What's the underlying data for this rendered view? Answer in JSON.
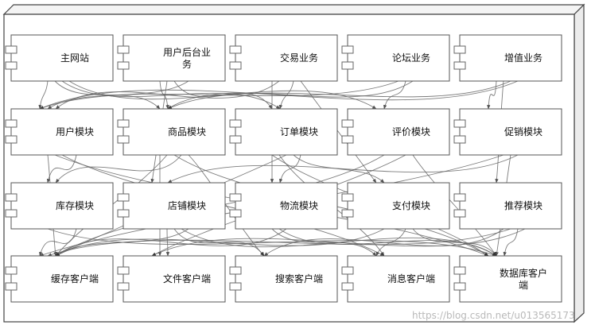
{
  "diagram": {
    "components": [
      {
        "id": "main-site",
        "label": "主网站"
      },
      {
        "id": "user-backend",
        "label": "用户后台业\n务"
      },
      {
        "id": "trade-business",
        "label": "交易业务"
      },
      {
        "id": "forum-business",
        "label": "论坛业务"
      },
      {
        "id": "value-added-business",
        "label": "增值业务"
      },
      {
        "id": "user-module",
        "label": "用户模块"
      },
      {
        "id": "product-module",
        "label": "商品模块"
      },
      {
        "id": "order-module",
        "label": "订单模块"
      },
      {
        "id": "review-module",
        "label": "评价模块"
      },
      {
        "id": "promotion-module",
        "label": "促销模块"
      },
      {
        "id": "inventory-module",
        "label": "库存模块"
      },
      {
        "id": "shop-module",
        "label": "店铺模块"
      },
      {
        "id": "logistics-module",
        "label": "物流模块"
      },
      {
        "id": "payment-module",
        "label": "支付模块"
      },
      {
        "id": "recommend-module",
        "label": "推荐模块"
      },
      {
        "id": "cache-client",
        "label": "缓存客户端"
      },
      {
        "id": "file-client",
        "label": "文件客户端"
      },
      {
        "id": "search-client",
        "label": "搜索客户端"
      },
      {
        "id": "message-client",
        "label": "消息客户端"
      },
      {
        "id": "database-client",
        "label": "数据库客户\n端"
      }
    ],
    "edges": [
      [
        "main-site",
        "user-module"
      ],
      [
        "main-site",
        "product-module"
      ],
      [
        "main-site",
        "order-module"
      ],
      [
        "main-site",
        "review-module"
      ],
      [
        "user-backend",
        "user-module"
      ],
      [
        "user-backend",
        "product-module"
      ],
      [
        "user-backend",
        "shop-module"
      ],
      [
        "user-backend",
        "order-module"
      ],
      [
        "trade-business",
        "order-module"
      ],
      [
        "trade-business",
        "payment-module"
      ],
      [
        "trade-business",
        "logistics-module"
      ],
      [
        "trade-business",
        "user-module"
      ],
      [
        "forum-business",
        "user-module"
      ],
      [
        "forum-business",
        "review-module"
      ],
      [
        "forum-business",
        "product-module"
      ],
      [
        "value-added-business",
        "promotion-module"
      ],
      [
        "value-added-business",
        "recommend-module"
      ],
      [
        "value-added-business",
        "product-module"
      ],
      [
        "value-added-business",
        "user-module"
      ],
      [
        "user-module",
        "inventory-module"
      ],
      [
        "user-module",
        "cache-client"
      ],
      [
        "user-module",
        "database-client"
      ],
      [
        "user-module",
        "message-client"
      ],
      [
        "product-module",
        "inventory-module"
      ],
      [
        "product-module",
        "search-client"
      ],
      [
        "product-module",
        "file-client"
      ],
      [
        "product-module",
        "cache-client"
      ],
      [
        "product-module",
        "database-client"
      ],
      [
        "order-module",
        "payment-module"
      ],
      [
        "order-module",
        "logistics-module"
      ],
      [
        "order-module",
        "database-client"
      ],
      [
        "order-module",
        "message-client"
      ],
      [
        "order-module",
        "cache-client"
      ],
      [
        "review-module",
        "file-client"
      ],
      [
        "review-module",
        "database-client"
      ],
      [
        "review-module",
        "cache-client"
      ],
      [
        "promotion-module",
        "cache-client"
      ],
      [
        "promotion-module",
        "database-client"
      ],
      [
        "promotion-module",
        "shop-module"
      ],
      [
        "inventory-module",
        "cache-client"
      ],
      [
        "inventory-module",
        "database-client"
      ],
      [
        "shop-module",
        "file-client"
      ],
      [
        "shop-module",
        "search-client"
      ],
      [
        "shop-module",
        "database-client"
      ],
      [
        "shop-module",
        "cache-client"
      ],
      [
        "logistics-module",
        "message-client"
      ],
      [
        "logistics-module",
        "database-client"
      ],
      [
        "logistics-module",
        "cache-client"
      ],
      [
        "payment-module",
        "message-client"
      ],
      [
        "payment-module",
        "database-client"
      ],
      [
        "payment-module",
        "cache-client"
      ],
      [
        "recommend-module",
        "search-client"
      ],
      [
        "recommend-module",
        "cache-client"
      ],
      [
        "recommend-module",
        "database-client"
      ],
      [
        "recommend-module",
        "file-client"
      ]
    ]
  },
  "watermark": "https://blog.csdn.net/u013565173"
}
